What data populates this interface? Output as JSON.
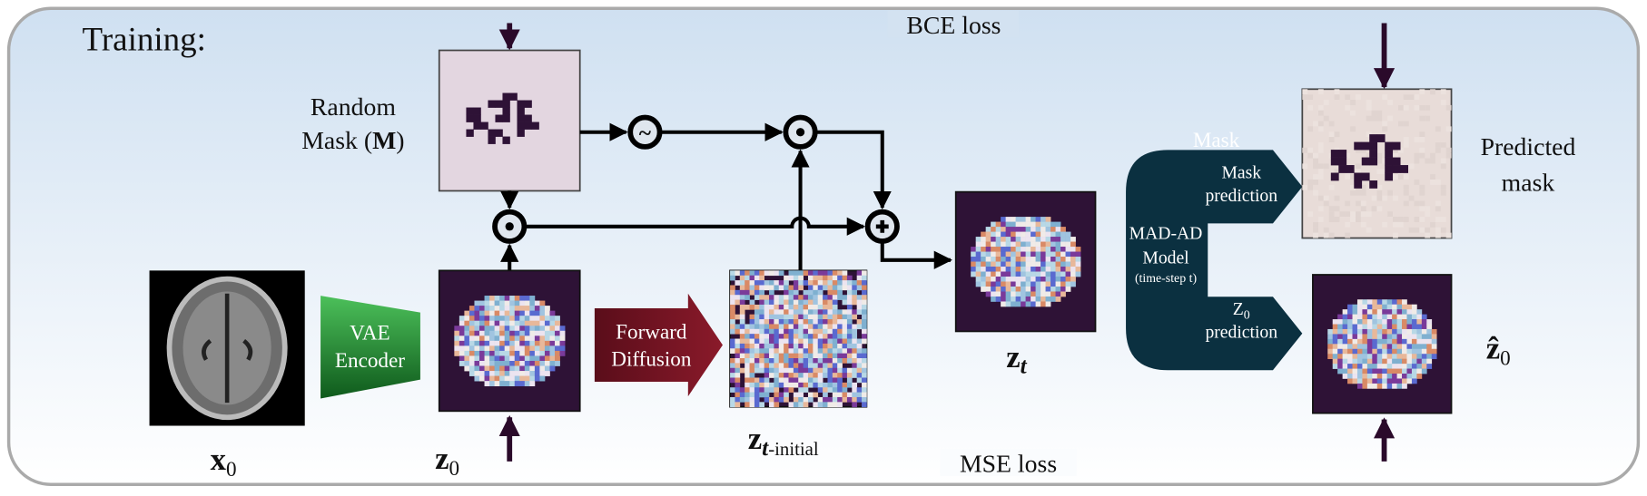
{
  "title": "Training:",
  "losses": {
    "bce": "BCE loss",
    "mse": "MSE loss"
  },
  "random_mask": {
    "line1": "Random",
    "line2": "Mask (",
    "symbol": "M",
    "close": ")"
  },
  "encoder": {
    "line1": "VAE",
    "line2": "Encoder"
  },
  "forward_diffusion": {
    "line1": "Forward",
    "line2": "Diffusion"
  },
  "model": {
    "ghost_label": "Mask",
    "mask_head_line1": "Mask",
    "mask_head_line2": "prediction",
    "name_line1": "MAD-AD",
    "name_line2": "Model",
    "name_line3": "(time-step t)",
    "z0_head_line1": "Z",
    "z0_head_sub": "0",
    "z0_head_line2": "prediction"
  },
  "outputs": {
    "predicted_mask_line1": "Predicted",
    "predicted_mask_line2": "mask"
  },
  "labels": {
    "x0": "x",
    "x0_sub": "0",
    "z0": "z",
    "z0_sub": "0",
    "zt_initial": "z",
    "zt_initial_sub": "t",
    "zt_initial_suffix": "-initial",
    "zt": "z",
    "zt_sub": "t",
    "z0_hat": "ẑ",
    "z0_hat_sub": "0"
  },
  "operators": {
    "noise": "~"
  },
  "colors": {
    "model": "#0b3040",
    "encoder": "#1e7a2e",
    "diffusion": "#6e1020",
    "mask_bg": "#e3d6e0",
    "latent_bg": "#2e1236"
  }
}
